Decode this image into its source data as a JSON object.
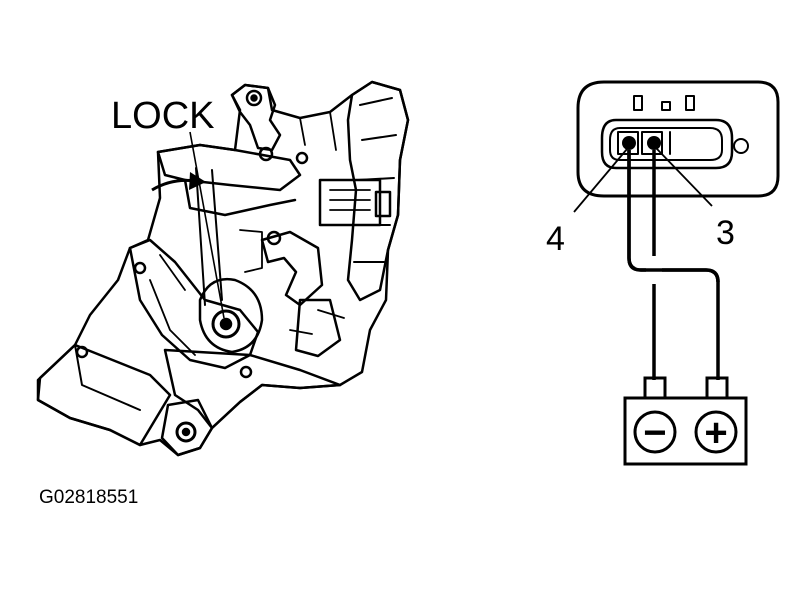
{
  "labels": {
    "lock": "LOCK",
    "pin_4": "4",
    "pin_3": "3",
    "figure_code": "G02818551"
  },
  "battery": {
    "negative_symbol": "−",
    "positive_symbol": "+"
  },
  "colors": {
    "ink": "#000000",
    "background": "#ffffff"
  }
}
